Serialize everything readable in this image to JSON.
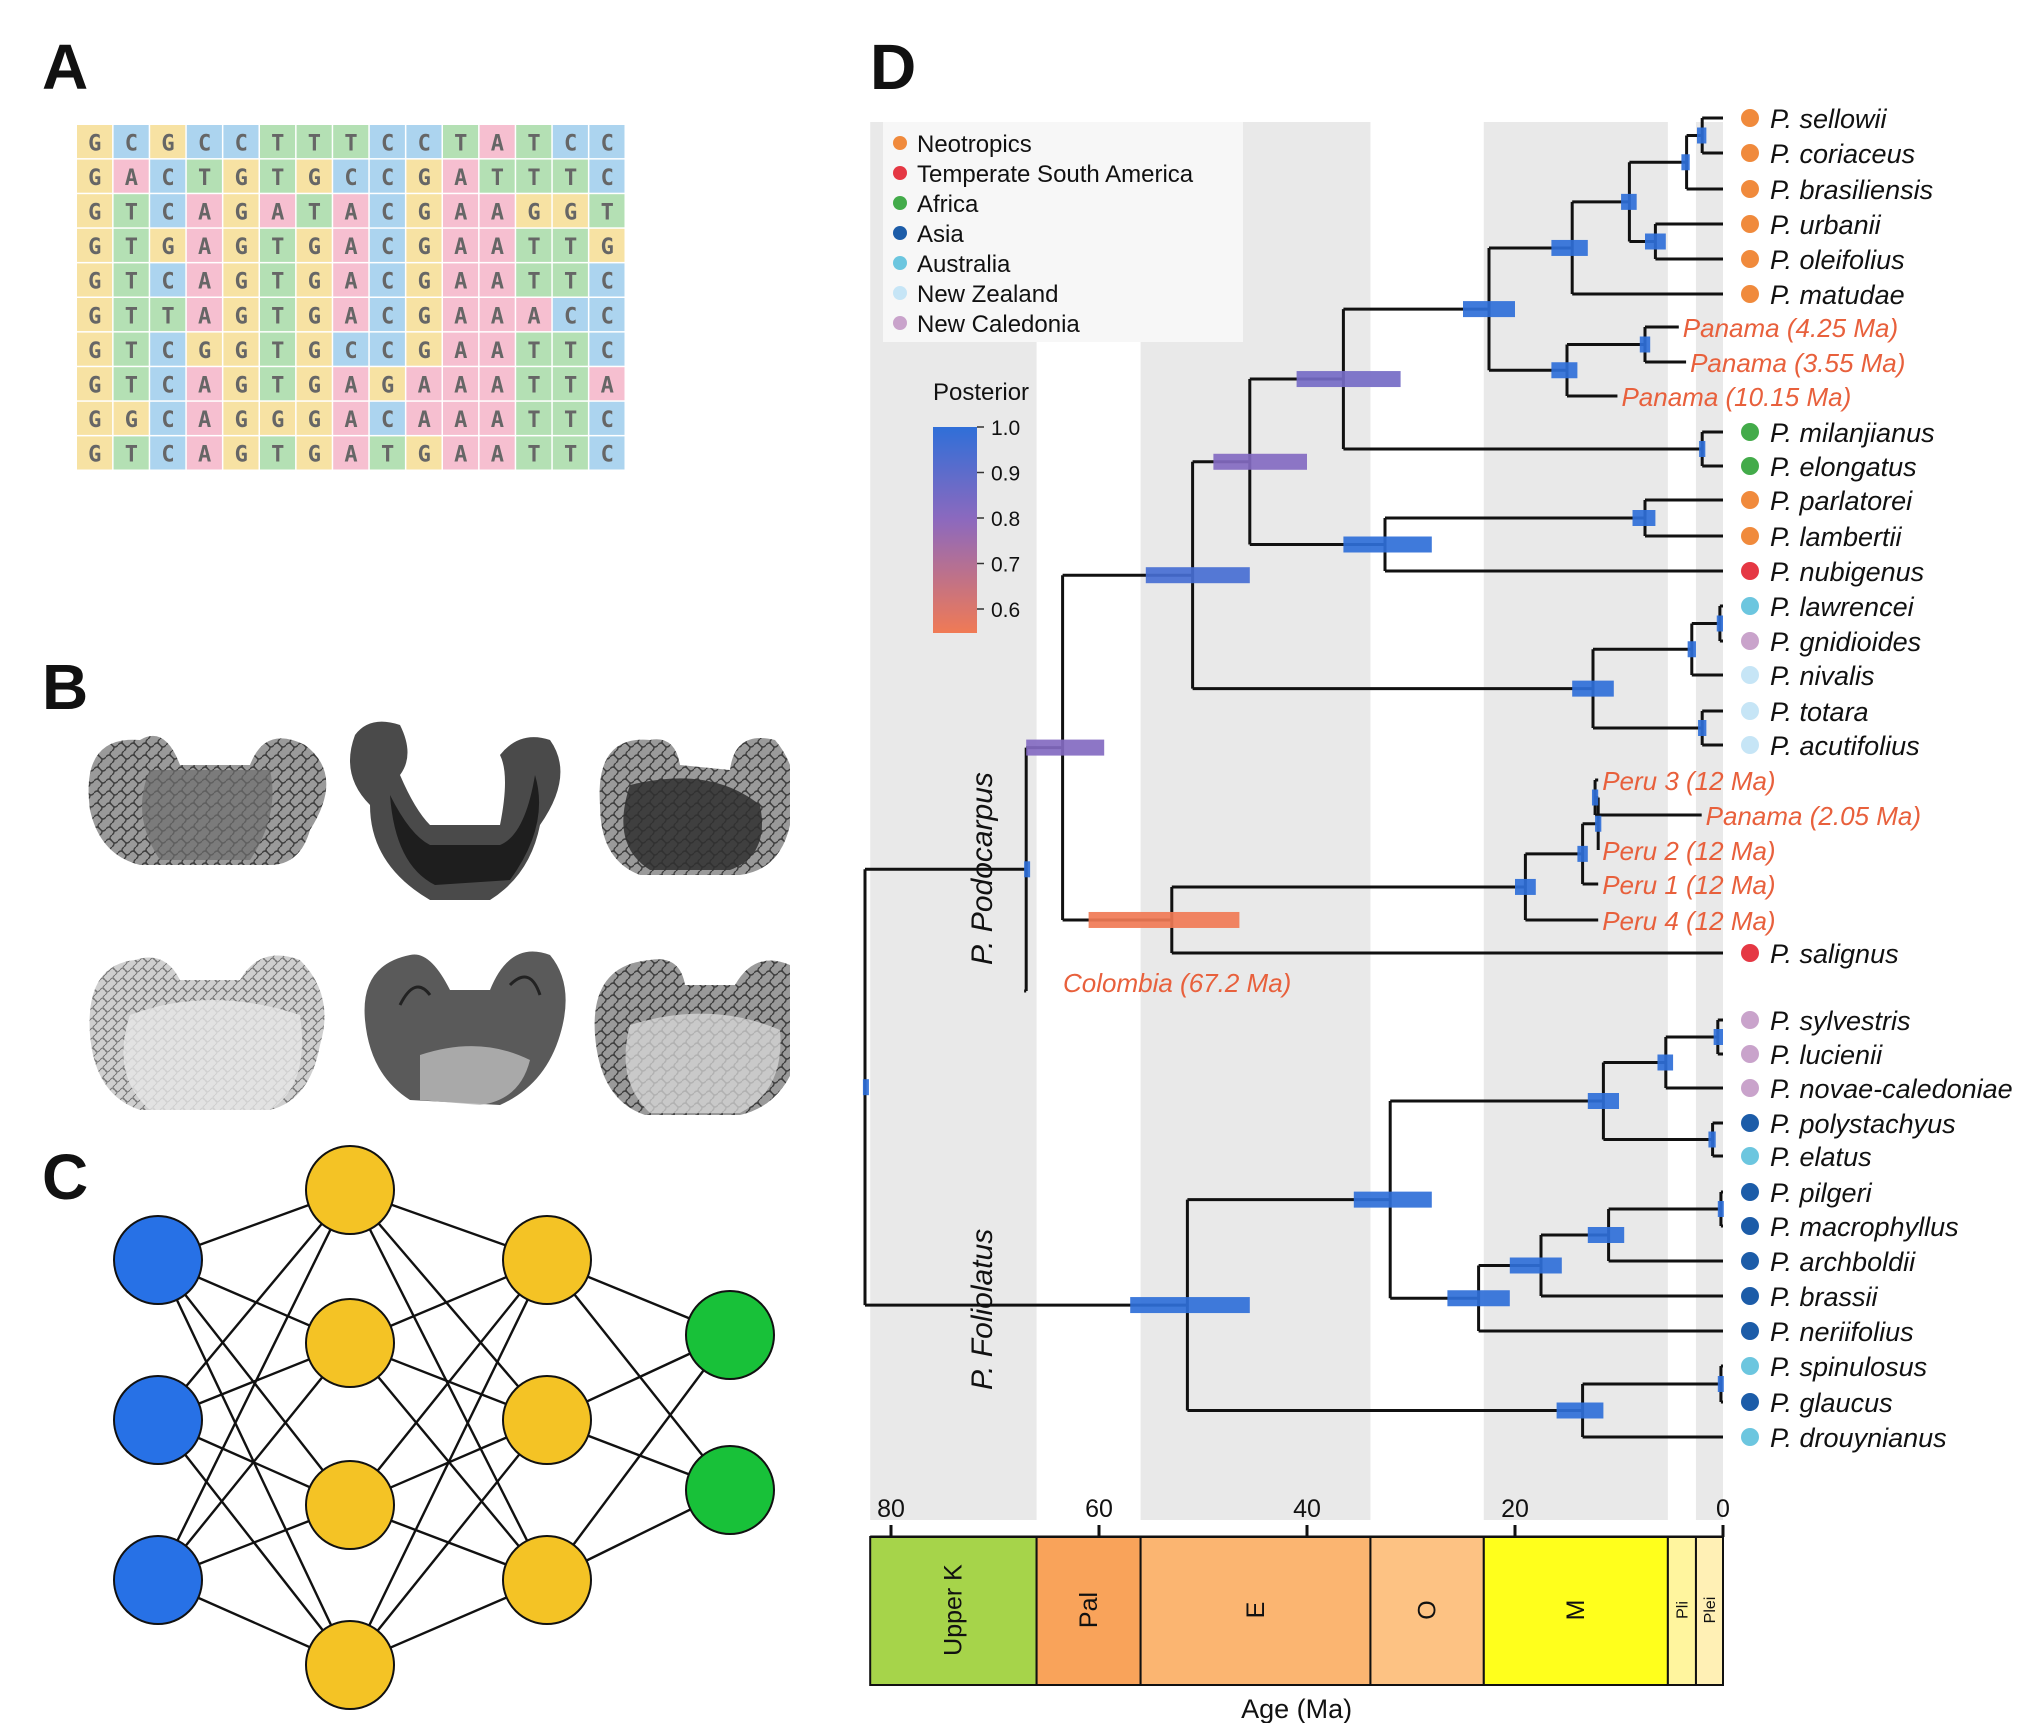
{
  "panels": {
    "a": "A",
    "b": "B",
    "c": "C",
    "d": "D"
  },
  "colors": {
    "G": "#f7e2a3",
    "C": "#acd4ef",
    "T": "#b4e0b4",
    "A": "#f6bfd0",
    "Neotropics": "#f08a3c",
    "Temperate South America": "#e53844",
    "Africa": "#43ab4a",
    "Asia": "#1c5ca8",
    "Australia": "#6cc6df",
    "New Zealand": "#c6e5f6",
    "New Caledonia": "#c9a3cb",
    "fossil": "#e8603c",
    "posterior_high": "#2f6fd8",
    "posterior_low": "#f07a55"
  },
  "alignment": [
    "GCGCCTTTCCTATCC",
    "GACTGTGCCGATTTC",
    "GTCAGATACGAAGGT",
    "GTGAGTGACGAATTG",
    "GTCAGTGACGAATTC",
    "GTTAGTGACGAAACC",
    "GTCGGTGCCGAATTC",
    "GTCAGTGAGAAATTA",
    "GGCAGGGACAAATTC",
    "GTCAGTGATGAATTC"
  ],
  "network": {
    "layers": [
      {
        "color_name": "blue",
        "fill": "#2771e6",
        "count": 3
      },
      {
        "color_name": "yellow",
        "fill": "#f4c325",
        "count": 4
      },
      {
        "color_name": "yellow",
        "fill": "#f4c325",
        "count": 3
      },
      {
        "color_name": "green",
        "fill": "#18c139",
        "count": 2
      }
    ]
  },
  "legend": {
    "regions": [
      "Neotropics",
      "Temperate South America",
      "Africa",
      "Asia",
      "Australia",
      "New Zealand",
      "New Caledonia"
    ],
    "posterior_title": "Posterior",
    "posterior_ticks": [
      "1.0",
      "0.9",
      "0.8",
      "0.7",
      "0.6"
    ]
  },
  "clades": {
    "podocarpus": "P. Podocarpus",
    "foliolatus": "P. Foliolatus"
  },
  "taxa": [
    {
      "name": "P. sellowii",
      "region": "Neotropics"
    },
    {
      "name": "P. coriaceus",
      "region": "Neotropics"
    },
    {
      "name": "P. brasiliensis",
      "region": "Neotropics"
    },
    {
      "name": "P. urbanii",
      "region": "Neotropics"
    },
    {
      "name": "P. oleifolius",
      "region": "Neotropics"
    },
    {
      "name": "P. matudae",
      "region": "Neotropics"
    },
    {
      "name": "Panama (4.25 Ma)",
      "fossil": true
    },
    {
      "name": "Panama (3.55 Ma)",
      "fossil": true
    },
    {
      "name": "Panama (10.15 Ma)",
      "fossil": true
    },
    {
      "name": "P. milanjianus",
      "region": "Africa"
    },
    {
      "name": "P. elongatus",
      "region": "Africa"
    },
    {
      "name": "P. parlatorei",
      "region": "Neotropics"
    },
    {
      "name": "P. lambertii",
      "region": "Neotropics"
    },
    {
      "name": "P. nubigenus",
      "region": "Temperate South America"
    },
    {
      "name": "P. lawrencei",
      "region": "Australia"
    },
    {
      "name": "P. gnidioides",
      "region": "New Caledonia"
    },
    {
      "name": "P. nivalis",
      "region": "New Zealand"
    },
    {
      "name": "P. totara",
      "region": "New Zealand"
    },
    {
      "name": "P. acutifolius",
      "region": "New Zealand"
    },
    {
      "name": "Peru 3 (12 Ma)",
      "fossil": true
    },
    {
      "name": "Panama (2.05 Ma)",
      "fossil": true
    },
    {
      "name": "Peru 2 (12 Ma)",
      "fossil": true
    },
    {
      "name": "Peru 1 (12 Ma)",
      "fossil": true
    },
    {
      "name": "Peru 4 (12 Ma)",
      "fossil": true
    },
    {
      "name": "P. salignus",
      "region": "Temperate South America"
    },
    {
      "name": "Colombia (67.2 Ma)",
      "fossil": true
    },
    {
      "name": "P. sylvestris",
      "region": "New Caledonia"
    },
    {
      "name": "P. lucienii",
      "region": "New Caledonia"
    },
    {
      "name": "P. novae-caledoniae",
      "region": "New Caledonia"
    },
    {
      "name": "P. polystachyus",
      "region": "Asia"
    },
    {
      "name": "P. elatus",
      "region": "Australia"
    },
    {
      "name": "P. pilgeri",
      "region": "Asia"
    },
    {
      "name": "P. macrophyllus",
      "region": "Asia"
    },
    {
      "name": "P. archboldii",
      "region": "Asia"
    },
    {
      "name": "P. brassii",
      "region": "Asia"
    },
    {
      "name": "P. neriifolius",
      "region": "Asia"
    },
    {
      "name": "P. spinulosus",
      "region": "Australia"
    },
    {
      "name": "P. glaucus",
      "region": "Asia"
    },
    {
      "name": "P. drouynianus",
      "region": "Australia"
    }
  ],
  "axis": {
    "ticks": [
      "80",
      "60",
      "40",
      "20",
      "0"
    ],
    "label": "Age (Ma)",
    "periods": [
      {
        "name": "Upper K",
        "from": 82,
        "to": 66,
        "color": "#a6d44a"
      },
      {
        "name": "Pal",
        "from": 66,
        "to": 56,
        "color": "#f9a35a"
      },
      {
        "name": "E",
        "from": 56,
        "to": 33.9,
        "color": "#fbb571"
      },
      {
        "name": "O",
        "from": 33.9,
        "to": 23,
        "color": "#fdc283"
      },
      {
        "name": "M",
        "from": 23,
        "to": 5.3,
        "color": "#ffff1c"
      },
      {
        "name": "Pli",
        "from": 5.3,
        "to": 2.6,
        "color": "#fff59e"
      },
      {
        "name": "Plei",
        "from": 2.6,
        "to": 0,
        "color": "#fff0b5"
      }
    ]
  }
}
